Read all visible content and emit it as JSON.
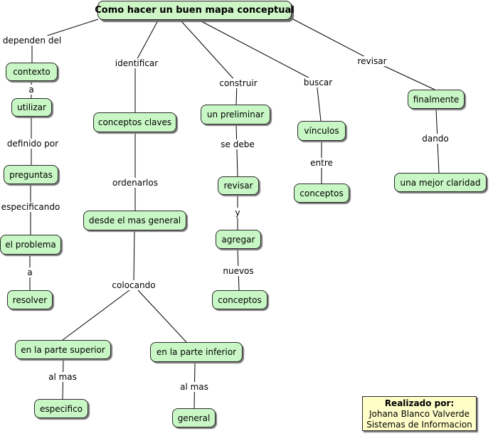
{
  "title": "Como hacer un buen mapa conceptual",
  "branch1": {
    "link_top": "dependen del",
    "n1": "contexto",
    "l1": "a",
    "n2": "utilizar",
    "l2": "definido por",
    "n3": "preguntas",
    "l3": "especificando",
    "n4": "el problema",
    "l4": "a",
    "n5": "resolver"
  },
  "branch2": {
    "link_top": "identificar",
    "n1": "conceptos claves",
    "l1": "ordenarlos",
    "n2": "desde el mas general",
    "l2": "colocando",
    "n3a": "en la parte superior",
    "l3a": "al mas",
    "n4a": "especifico",
    "n3b": "en la parte inferior",
    "l3b": "al mas",
    "n4b": "general"
  },
  "branch3": {
    "link_top": "construir",
    "n1": "un preliminar",
    "l1": "se debe",
    "n2": "revisar",
    "l2": "y",
    "n3": "agregar",
    "l3": "nuevos",
    "n4": "conceptos"
  },
  "branch4": {
    "link_top": "buscar",
    "n1": "vínculos",
    "l1": "entre",
    "n2": "conceptos"
  },
  "branch5": {
    "link_top": "revisar",
    "n1": "finalmente",
    "l1": "dando",
    "n2": "una mejor claridad"
  },
  "credits": {
    "title": "Realizado por:",
    "line1": "Johana Blanco Valverde",
    "line2": "Sistemas de Informacion"
  }
}
